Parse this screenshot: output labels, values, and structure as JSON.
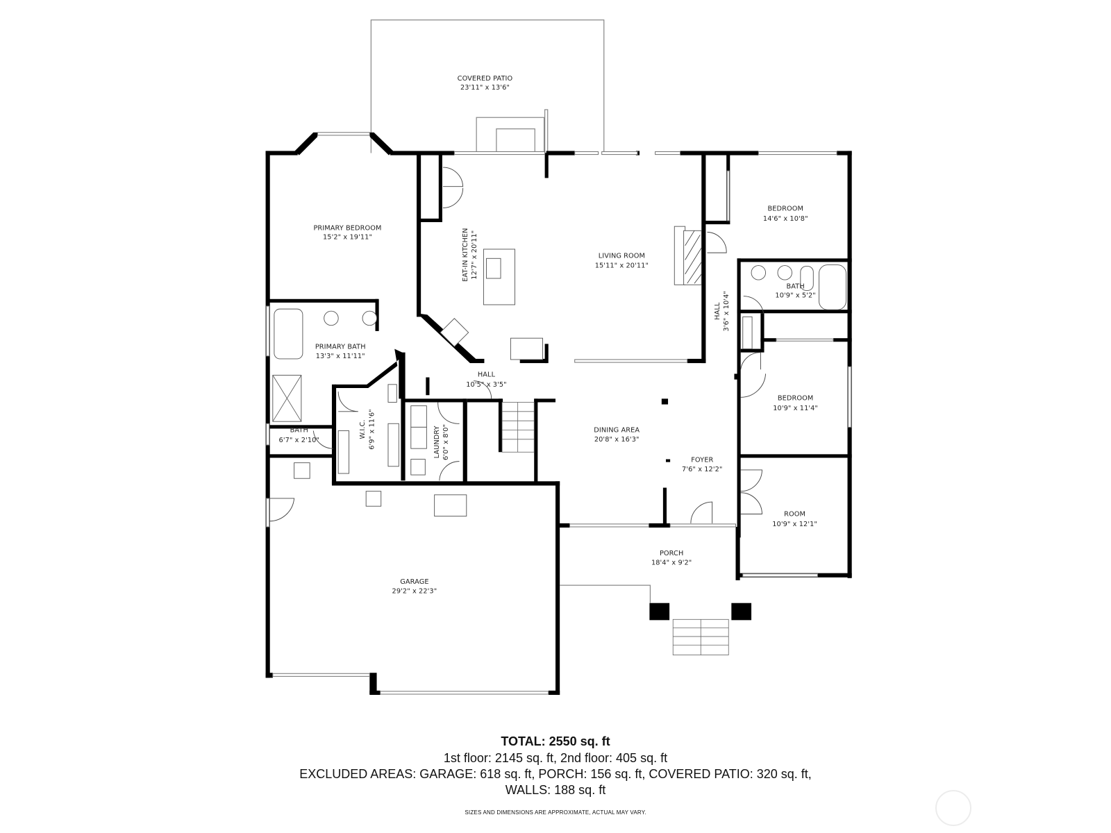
{
  "floorplan": {
    "rooms": [
      {
        "id": "covered-patio",
        "name": "COVERED PATIO",
        "dims": "23'11\" x 13'6\""
      },
      {
        "id": "primary-bedroom",
        "name": "PRIMARY BEDROOM",
        "dims": "15'2\" x 19'11\""
      },
      {
        "id": "eat-in-kitchen",
        "name": "EAT-IN KITCHEN",
        "dims": "12'7\" x 20'11\""
      },
      {
        "id": "living-room",
        "name": "LIVING ROOM",
        "dims": "15'11\" x 20'11\""
      },
      {
        "id": "bedroom-1",
        "name": "BEDROOM",
        "dims": "14'6\" x 10'8\""
      },
      {
        "id": "bath-hall",
        "name": "BATH",
        "dims": "10'9\" x 5'2\""
      },
      {
        "id": "hall-east",
        "name": "HALL",
        "dims": "3'6\" x 10'4\""
      },
      {
        "id": "primary-bath",
        "name": "PRIMARY BATH",
        "dims": "13'3\" x 11'11\""
      },
      {
        "id": "hall-center",
        "name": "HALL",
        "dims": "10'5\" x 3'5\""
      },
      {
        "id": "bedroom-2",
        "name": "BEDROOM",
        "dims": "10'9\" x 11'4\""
      },
      {
        "id": "wic",
        "name": "W.I.C.",
        "dims": "6'9\" x 11'6\""
      },
      {
        "id": "laundry",
        "name": "LAUNDRY",
        "dims": "6'0\" x 8'0\""
      },
      {
        "id": "bath-small",
        "name": "BATH",
        "dims": "6'7\" x 2'10\""
      },
      {
        "id": "dining-area",
        "name": "DINING AREA",
        "dims": "20'8\" x 16'3\""
      },
      {
        "id": "foyer",
        "name": "FOYER",
        "dims": "7'6\" x 12'2\""
      },
      {
        "id": "room",
        "name": "ROOM",
        "dims": "10'9\" x 12'1\""
      },
      {
        "id": "porch",
        "name": "PORCH",
        "dims": "18'4\" x 9'2\""
      },
      {
        "id": "garage",
        "name": "GARAGE",
        "dims": "29'2\" x 22'3\""
      }
    ]
  },
  "summary": {
    "total": "TOTAL: 2550 sq. ft",
    "floors": "1st floor: 2145 sq. ft, 2nd floor: 405 sq. ft",
    "excluded": "EXCLUDED AREAS: GARAGE: 618 sq. ft, PORCH: 156 sq. ft, COVERED PATIO: 320 sq. ft,",
    "walls": "WALLS: 188 sq. ft",
    "disclaimer": "SIZES AND DIMENSIONS ARE APPROXIMATE, ACTUAL MAY VARY."
  },
  "colors": {
    "wall": "#000000",
    "outline": "#888888",
    "text": "#222222",
    "background": "#ffffff"
  }
}
